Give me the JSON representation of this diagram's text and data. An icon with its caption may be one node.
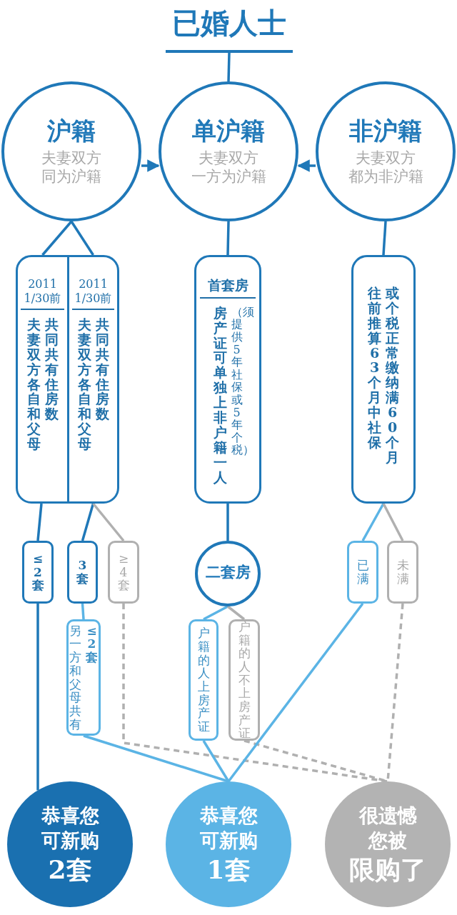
{
  "diagram": {
    "nodes": [
      {
        "text": [
          "已婚人士"
        ]
      },
      {
        "text": [
          "沪籍",
          "夫妻双方",
          "同为沪籍"
        ]
      },
      {
        "text": [
          "单沪籍",
          "夫妻双方",
          "一方为沪籍"
        ]
      },
      {
        "text": [
          "非沪籍",
          "夫妻双方",
          "都为非沪籍"
        ]
      },
      {
        "text": [
          "2011 1/30前",
          "夫妻双方各自和父母",
          "共同共有住房数"
        ]
      },
      {
        "text": [
          "2011 1/30前",
          "夫妻双方各自和父母",
          "共同共有住房数"
        ]
      },
      {
        "text": [
          "首套房",
          "房产证可单独上非户籍一人",
          "（须提供5年社保或5年个税）"
        ]
      },
      {
        "text": [
          "往前推算63个月中社保",
          "或个税正常缴纳满60个月"
        ]
      },
      {
        "text": [
          "≤2套"
        ]
      },
      {
        "text": [
          "3套"
        ]
      },
      {
        "text": [
          "≥4套"
        ]
      },
      {
        "text": [
          "二套房"
        ]
      },
      {
        "text": [
          "另一方和父母共有",
          "≤2套"
        ]
      },
      {
        "text": [
          "户籍的人上房产证"
        ]
      },
      {
        "text": [
          "户籍的人不上房产证"
        ]
      },
      {
        "text": [
          "已满"
        ]
      },
      {
        "text": [
          "未满"
        ]
      },
      {
        "text": [
          "恭喜您",
          "可新购",
          "2套"
        ]
      },
      {
        "text": [
          "恭喜您",
          "可新购",
          "1套"
        ]
      },
      {
        "text": [
          "很遗憾",
          "您被",
          "限购了"
        ]
      }
    ],
    "edges": [
      {
        "from": 0,
        "to": 2,
        "arrow": "none"
      },
      {
        "from": 1,
        "to": 2,
        "arrow": "to"
      },
      {
        "from": 3,
        "to": 2,
        "arrow": "to"
      },
      {
        "from": 1,
        "to": 4,
        "arrow": "none"
      },
      {
        "from": 1,
        "to": 5,
        "arrow": "none"
      },
      {
        "from": 2,
        "to": 6,
        "arrow": "none"
      },
      {
        "from": 3,
        "to": 7,
        "arrow": "none"
      },
      {
        "from": 4,
        "to": 8,
        "arrow": "none"
      },
      {
        "from": 5,
        "to": 9,
        "arrow": "none"
      },
      {
        "from": 5,
        "to": 10,
        "arrow": "none",
        "color": "#b0b0b0"
      },
      {
        "from": 6,
        "to": 11,
        "arrow": "none"
      },
      {
        "from": 7,
        "to": 15,
        "arrow": "none",
        "color": "#5bb4e5"
      },
      {
        "from": 7,
        "to": 16,
        "arrow": "none",
        "color": "#b0b0b0"
      },
      {
        "from": 8,
        "to": 17,
        "arrow": "none"
      },
      {
        "from": 9,
        "to": 12,
        "arrow": "none",
        "color": "#5bb4e5"
      },
      {
        "from": 10,
        "to": 19,
        "arrow": "none",
        "style": "dashed",
        "color": "#b0b0b0"
      },
      {
        "from": 11,
        "to": 13,
        "arrow": "none",
        "color": "#5bb4e5"
      },
      {
        "from": 11,
        "to": 14,
        "arrow": "none",
        "color": "#b0b0b0"
      },
      {
        "from": 12,
        "to": 18,
        "arrow": "none",
        "color": "#5bb4e5"
      },
      {
        "from": 13,
        "to": 18,
        "arrow": "none",
        "color": "#5bb4e5"
      },
      {
        "from": 14,
        "to": 19,
        "arrow": "none",
        "style": "dashed",
        "color": "#b0b0b0"
      },
      {
        "from": 15,
        "to": 18,
        "arrow": "none",
        "color": "#5bb4e5"
      },
      {
        "from": 16,
        "to": 19,
        "arrow": "none",
        "style": "dashed",
        "color": "#b0b0b0"
      }
    ]
  }
}
